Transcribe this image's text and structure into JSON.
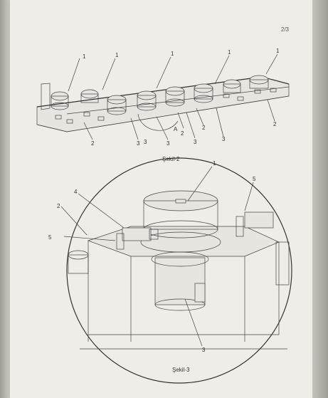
{
  "document": {
    "page_number": "2/3",
    "figures": [
      {
        "caption": "Şekil-2",
        "callouts": [
          "1",
          "1",
          "1",
          "1",
          "1",
          "2",
          "2",
          "2",
          "2",
          "3",
          "3",
          "3",
          "3",
          "3",
          "A"
        ]
      },
      {
        "caption": "Şekil-3",
        "callouts": [
          "1",
          "5",
          "4",
          "2",
          "5",
          "3"
        ]
      }
    ]
  }
}
